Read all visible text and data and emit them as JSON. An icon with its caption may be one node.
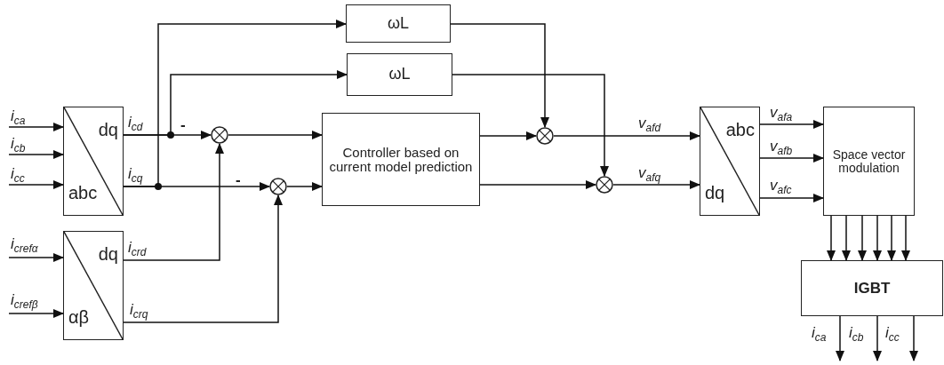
{
  "diagram": {
    "nodes": [
      {
        "text": [
          "dq",
          "abc"
        ]
      },
      {
        "text": [
          "dq",
          "αβ"
        ]
      },
      {
        "text": [
          "ωL"
        ]
      },
      {
        "text": [
          "ωL"
        ]
      },
      {
        "text": [
          "Controller based on current model prediction"
        ]
      },
      {
        "text": [],
        "shape": "circle"
      },
      {
        "text": [],
        "shape": "circle"
      },
      {
        "text": [],
        "shape": "circle"
      },
      {
        "text": [],
        "shape": "circle"
      },
      {
        "text": [
          "abc",
          "dq"
        ]
      },
      {
        "text": [
          "Space vector modulation"
        ]
      },
      {
        "text": [
          "IGBT"
        ]
      }
    ],
    "edges": [
      {
        "from": null,
        "to": 0,
        "arrow": "to",
        "label": "i$_{ca}$"
      },
      {
        "from": null,
        "to": 0,
        "arrow": "to",
        "label": "i$_{cb}$"
      },
      {
        "from": null,
        "to": 0,
        "arrow": "to",
        "label": "i$_{cc}$"
      },
      {
        "from": null,
        "to": 1,
        "arrow": "to",
        "label": "i$_{crefα}$"
      },
      {
        "from": null,
        "to": 1,
        "arrow": "to",
        "label": "i$_{crefβ}$"
      },
      {
        "from": 0,
        "to": 5,
        "arrow": "to",
        "label": "i$_{cd}$"
      },
      {
        "from": 0,
        "to": 6,
        "arrow": "to",
        "label": "i$_{cq}$"
      },
      {
        "from": 0,
        "to": 3,
        "arrow": "to"
      },
      {
        "from": 0,
        "to": 2,
        "arrow": "to"
      },
      {
        "from": 1,
        "to": 5,
        "arrow": "to",
        "label": "i$_{crd}$"
      },
      {
        "from": 1,
        "to": 6,
        "arrow": "to",
        "label": "i$_{crq}$"
      },
      {
        "from": 5,
        "to": 4,
        "arrow": "to"
      },
      {
        "from": 6,
        "to": 4,
        "arrow": "to"
      },
      {
        "from": 4,
        "to": 7,
        "arrow": "to"
      },
      {
        "from": 4,
        "to": 8,
        "arrow": "to"
      },
      {
        "from": 2,
        "to": 7,
        "arrow": "to"
      },
      {
        "from": 3,
        "to": 8,
        "arrow": "to"
      },
      {
        "from": 7,
        "to": 9,
        "arrow": "to",
        "label": "v$_{afd}$"
      },
      {
        "from": 8,
        "to": 9,
        "arrow": "to",
        "label": "v$_{afq}$"
      },
      {
        "from": 9,
        "to": 10,
        "arrow": "to",
        "label": "v$_{afa}$"
      },
      {
        "from": 9,
        "to": 10,
        "arrow": "to",
        "label": "v$_{afb}$"
      },
      {
        "from": 9,
        "to": 10,
        "arrow": "to",
        "label": "v$_{afc}$"
      },
      {
        "from": 10,
        "to": 11,
        "arrow": "to"
      },
      {
        "from": 10,
        "to": 11,
        "arrow": "to"
      },
      {
        "from": 10,
        "to": 11,
        "arrow": "to"
      },
      {
        "from": 10,
        "to": 11,
        "arrow": "to"
      },
      {
        "from": 10,
        "to": 11,
        "arrow": "to"
      },
      {
        "from": 10,
        "to": 11,
        "arrow": "to"
      },
      {
        "from": 11,
        "to": null,
        "arrow": "to",
        "label": "i$_{ca}$"
      },
      {
        "from": 11,
        "to": null,
        "arrow": "to",
        "label": "i$_{cb}$"
      },
      {
        "from": 11,
        "to": null,
        "arrow": "to",
        "label": "i$_{cc}$"
      }
    ],
    "labels": [
      "-",
      "-"
    ]
  }
}
